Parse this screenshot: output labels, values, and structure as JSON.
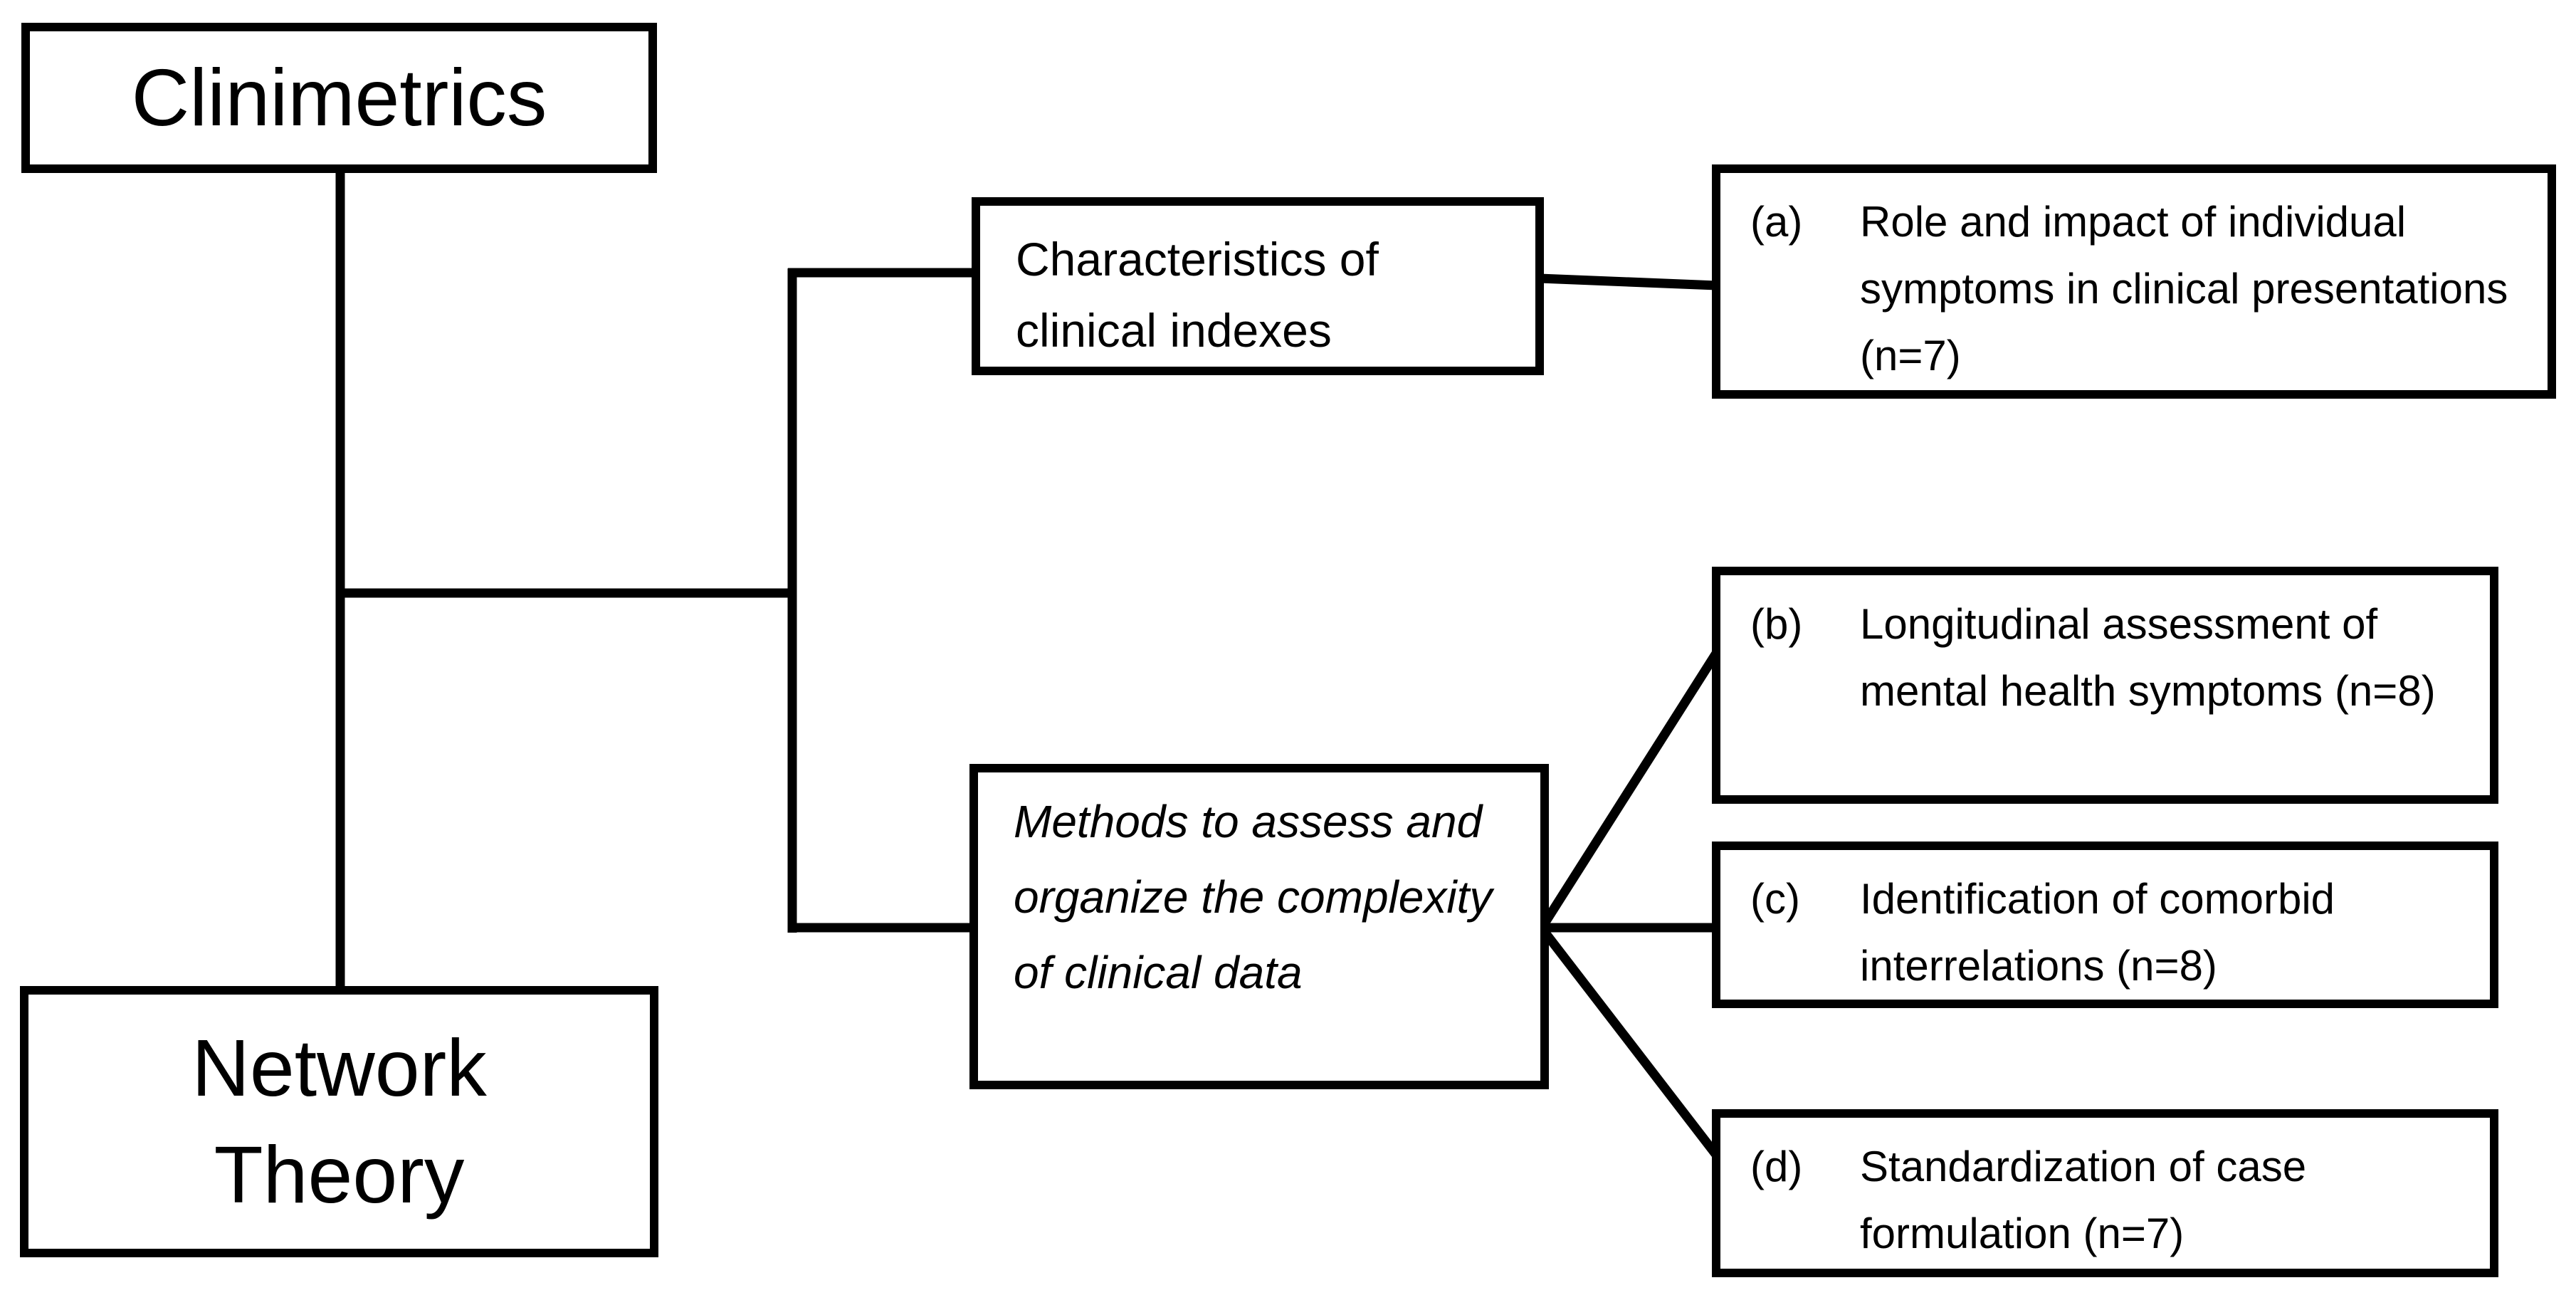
{
  "diagram": {
    "background": "#ffffff",
    "line_color": "#000000",
    "box_border_color": "#000000",
    "text_color": "#000000",
    "concept_nodes": [
      {
        "id": "clinimetrics",
        "label": "Clinimetrics"
      },
      {
        "id": "network-theory",
        "label": "Network Theory"
      }
    ],
    "theme_nodes": [
      {
        "id": "characteristics",
        "label": "Characteristics of clinical indexes",
        "style": "normal"
      },
      {
        "id": "methods",
        "label": "Methods to assess and organize the complexity of clinical data",
        "style": "italic"
      }
    ],
    "leaf_nodes": [
      {
        "id": "a",
        "marker": "(a)",
        "label": "Role and impact of individual symptoms in clinical presentations (n=7)"
      },
      {
        "id": "b",
        "marker": "(b)",
        "label": "Longitudinal assessment of mental health symptoms (n=8)"
      },
      {
        "id": "c",
        "marker": "(c)",
        "label": "Identification of comorbid interrelations (n=8)"
      },
      {
        "id": "d",
        "marker": "(d)",
        "label": "Standardization of case formulation (n=7)"
      }
    ]
  }
}
